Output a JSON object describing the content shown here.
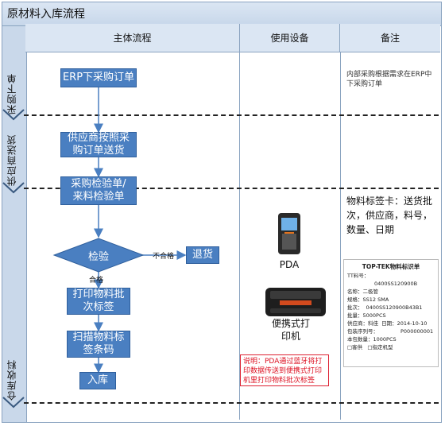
{
  "title": "原材料入库流程",
  "headers": {
    "main_flow": "主体流程",
    "equipment": "使用设备",
    "remarks": "备注"
  },
  "lanes": [
    "采购下单",
    "供应商送货",
    "仓库收料"
  ],
  "steps": {
    "erp_order": "ERP下采购订单",
    "supplier_delivery": "供应商按照采购订单送货",
    "inspection_form": "采购检验单/来料检验单",
    "inspect": "检验",
    "return_goods": "退货",
    "print_labels": "打印物料批次标签",
    "scan_labels": "扫描物料标签条码",
    "store": "入库"
  },
  "edge_labels": {
    "fail": "不合格",
    "pass": "合格"
  },
  "devices": {
    "pda": "PDA",
    "printer": "便携式打印机"
  },
  "notes": {
    "erp": "内部采购根据需求在ERP中下采购订单",
    "label_card": "物料标签卡：送货批次，供应商，料号，数量、日期",
    "bluetooth": "说明：PDA通过蓝牙将打印数据传送到便携式打印机里打印物料批次标签"
  },
  "label_sample": {
    "header": "TOP-TEK物料标识单",
    "tt_no_label": "TT料号：",
    "tt_no_value": "0400SS120900B",
    "name_label": "名称：",
    "name_value": "二极管",
    "spec_label": "规格：",
    "spec_value": "SS12 SMA",
    "batch_label": "批次：",
    "batch_value": "0400SS120900B43B1",
    "qty_label": "批量：",
    "qty_value": "5000PCS",
    "supplier_label": "供应商：",
    "supplier_value": "科佳",
    "date_label": "日期：",
    "date_value": "2014-10-10",
    "pack_label": "包装序列号：",
    "pack_value": "P000000001",
    "count_label": "本包数量：",
    "count_value": "1000PCS",
    "opt1": "□客供",
    "opt2": "□指定机型"
  }
}
